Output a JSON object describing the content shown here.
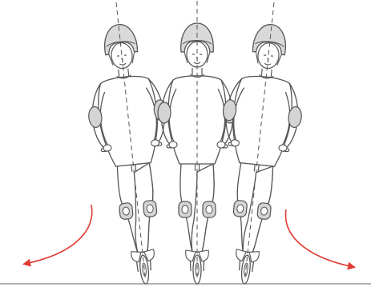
{
  "figure": {
    "riders": [
      "lean-left",
      "upright",
      "lean-right"
    ],
    "colors": {
      "line": "#555555",
      "helmet": "#d9d9d9",
      "pad": "#d4d4d4",
      "arrow": "#e03a32",
      "ground": "#999999"
    }
  }
}
